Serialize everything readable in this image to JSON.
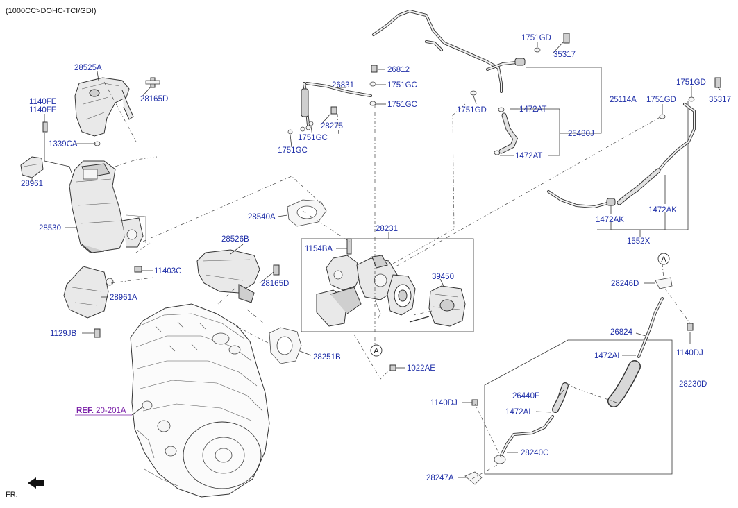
{
  "header": {
    "caption": "(1000CC>DOHC-TCI/GDI)"
  },
  "footer": {
    "direction": "FR."
  },
  "reference": {
    "prefix": "REF.",
    "code": "20-201A"
  },
  "callout_letter": "A",
  "parts": {
    "p28525A": "28525A",
    "p28165D_top": "28165D",
    "p1140FE": "1140FE",
    "p1140FF": "1140FF",
    "p1339CA": "1339CA",
    "p28961": "28961",
    "p28530": "28530",
    "p11403C": "11403C",
    "p28961A": "28961A",
    "p1129JB": "1129JB",
    "p28540A": "28540A",
    "p28526B": "28526B",
    "p28165D_mid": "28165D",
    "p28251B": "28251B",
    "p1022AE": "1022AE",
    "p28231": "28231",
    "p1154BA": "1154BA",
    "p39450": "39450",
    "p26831": "26831",
    "p26812": "26812",
    "p1751GC_a": "1751GC",
    "p1751GC_b": "1751GC",
    "p1751GC_c": "1751GC",
    "p1751GC_d": "1751GC",
    "p28275": "28275",
    "p1751GD_a": "1751GD",
    "p35317_a": "35317",
    "p25114A": "25114A",
    "p1751GD_b": "1751GD",
    "p1472AT_a": "1472AT",
    "p25480J": "25480J",
    "p1472AT_b": "1472AT",
    "p1751GD_c": "1751GD",
    "p1751GD_d": "1751GD",
    "p35317_b": "35317",
    "p1472AK_a": "1472AK",
    "p1472AK_b": "1472AK",
    "p1552X": "1552X",
    "p28246D": "28246D",
    "p26824": "26824",
    "p1472AI_a": "1472AI",
    "p1140DJ_a": "1140DJ",
    "p28230D": "28230D",
    "p26440F": "26440F",
    "p1140DJ_b": "1140DJ",
    "p1472AI_b": "1472AI",
    "p28240C": "28240C",
    "p28247A": "28247A"
  }
}
